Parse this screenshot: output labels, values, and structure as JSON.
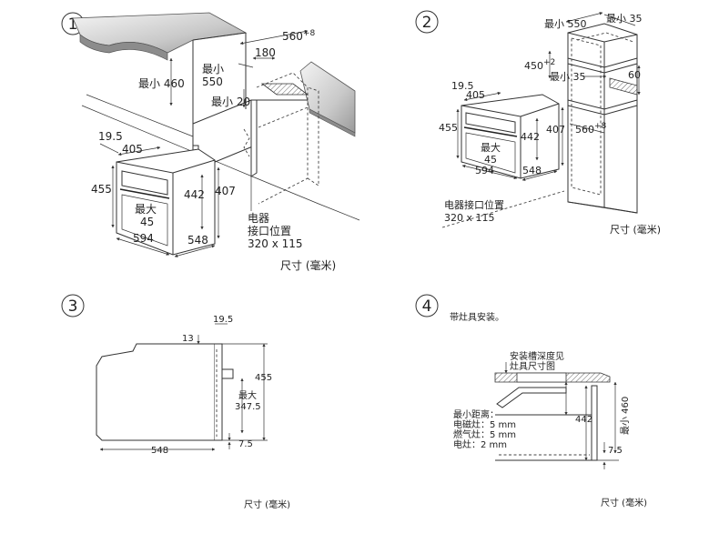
{
  "panel1": {
    "number": "1",
    "dim_560": "560",
    "dim_560_sup": "+8",
    "dim_180": "180",
    "dim_min550_a": "最小",
    "dim_min550_b": "550",
    "dim_min460": "最小 460",
    "dim_min20": "最小 20",
    "dim_19_5": "19.5",
    "dim_405": "405",
    "dim_455": "455",
    "dim_442": "442",
    "dim_407": "407",
    "dim_max45_a": "最大",
    "dim_max45_b": "45",
    "dim_594": "594",
    "dim_548": "548",
    "conn_line1": "电器",
    "conn_line2": "接口位置",
    "conn_line3": "320 x 115",
    "unit": "尺寸 (毫米)"
  },
  "panel2": {
    "number": "2",
    "dim_min550": "最小 550",
    "dim_min35_top": "最小 35",
    "dim_450": "450",
    "dim_450_sup": "+2",
    "dim_min35_mid": "最小 35",
    "dim_60": "60",
    "dim_19_5": "19.5",
    "dim_405": "405",
    "dim_455": "455",
    "dim_442": "442",
    "dim_407": "407",
    "dim_560": "560",
    "dim_560_sup": "+8",
    "dim_max45_a": "最大",
    "dim_max45_b": "45",
    "dim_594": "594",
    "dim_548": "548",
    "conn_line1": "电器接口位置",
    "conn_line2": "320 x 115",
    "unit": "尺寸 (毫米)"
  },
  "panel3": {
    "number": "3",
    "dim_19_5": "19.5",
    "dim_13": "13",
    "dim_455": "455",
    "dim_max_a": "最大",
    "dim_max_b": "347.5",
    "dim_548": "548",
    "dim_7_5": "7.5",
    "unit": "尺寸 (毫米)"
  },
  "panel4": {
    "number": "4",
    "title": "带灶具安装。",
    "note_line1": "安装槽深度见",
    "note_line2": "灶具尺寸图",
    "dist_title": "最小距离：",
    "dist_induction": "电磁灶：5 mm",
    "dist_gas": "燃气灶：5 mm",
    "dist_electric": "电灶：2 mm",
    "dim_442": "442",
    "dim_min460": "最小 460",
    "dim_7_5": "7.5",
    "unit": "尺寸 (毫米)"
  }
}
